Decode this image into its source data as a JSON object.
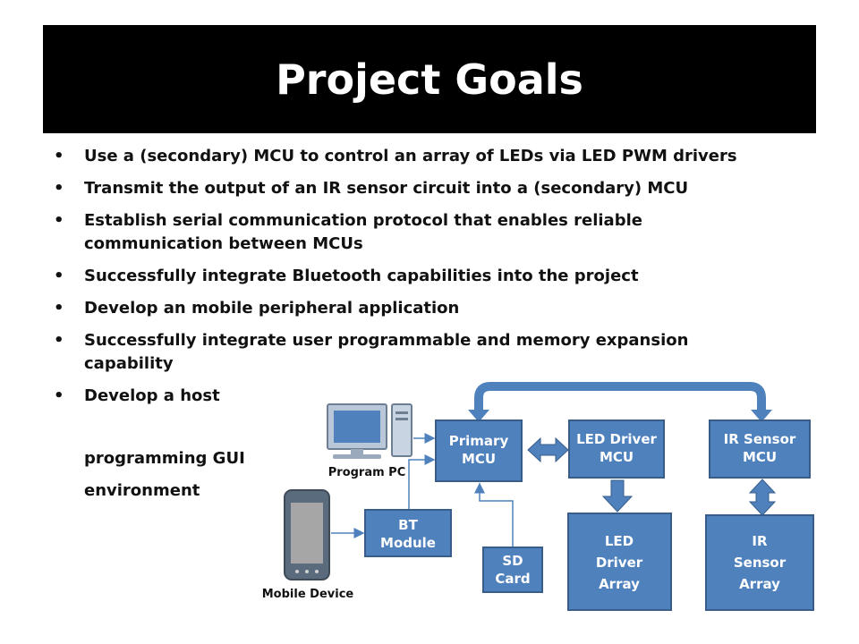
{
  "slide": {
    "title": "Project Goals",
    "bullets": [
      "Use a (secondary) MCU to control an array of LEDs via LED PWM drivers",
      "Transmit the output of an IR sensor circuit into a (secondary) MCU",
      "Establish serial communication protocol that enables reliable communication between MCUs",
      "Successfully integrate Bluetooth capabilities into the project",
      "Develop an mobile peripheral application",
      "Successfully integrate user programmable and memory expansion capability",
      "Develop a host"
    ],
    "bullet_continuation": [
      "programming GUI",
      "environment"
    ]
  },
  "diagram": {
    "blocks": {
      "primary_mcu": [
        "Primary",
        "MCU"
      ],
      "led_driver_mcu": [
        "LED Driver",
        "MCU"
      ],
      "ir_sensor_mcu": [
        "IR Sensor",
        "MCU"
      ],
      "bt_module": [
        "BT",
        "Module"
      ],
      "sd_card": [
        "SD",
        "Card"
      ],
      "led_driver_array": [
        "LED",
        "Driver",
        "Array"
      ],
      "ir_sensor_array": [
        "IR",
        "Sensor",
        "Array"
      ]
    },
    "captions": {
      "program_pc": "Program PC",
      "mobile_device": "Mobile Device"
    },
    "colors": {
      "block_fill": "#4f81bd",
      "block_stroke": "#385d8a",
      "connector": "#4f81bd"
    }
  }
}
